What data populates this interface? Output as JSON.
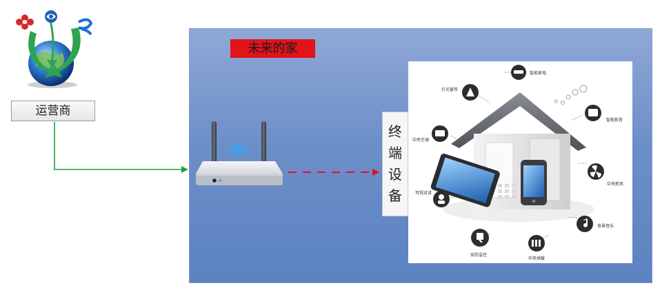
{
  "operator": {
    "label": "运营商"
  },
  "panel": {
    "title": "未来的家"
  },
  "terminal": {
    "chars": [
      "终",
      "端",
      "设",
      "备"
    ]
  },
  "smart_home": {
    "features": [
      {
        "label": "智能家电",
        "icon": "appliance-icon"
      },
      {
        "label": "灯光窗帘",
        "icon": "light-curtain-icon"
      },
      {
        "label": "智能影音",
        "icon": "media-icon"
      },
      {
        "label": "中央空调",
        "icon": "air-conditioner-icon"
      },
      {
        "label": "中央新风",
        "icon": "fan-icon"
      },
      {
        "label": "可视对讲",
        "icon": "intercom-icon"
      },
      {
        "label": "背景音乐",
        "icon": "music-icon"
      },
      {
        "label": "安防监控",
        "icon": "security-icon"
      },
      {
        "label": "中央供暖",
        "icon": "heating-icon"
      }
    ]
  },
  "colors": {
    "solid_arrow": "#1fa23b",
    "dashed_arrow": "#e0141a",
    "title_bg": "#e0141a"
  }
}
